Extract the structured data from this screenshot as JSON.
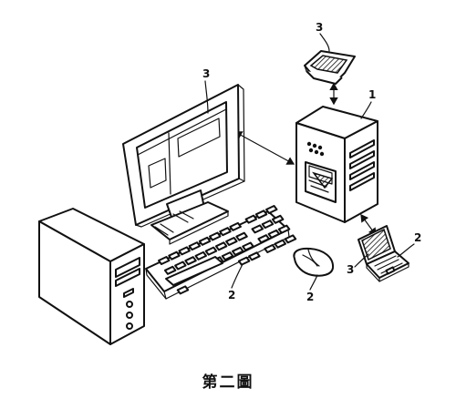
{
  "figure": {
    "caption": "第二圖",
    "labels": {
      "phone": "3",
      "server": "1",
      "monitor_screen": "3",
      "laptop": "2",
      "laptop_screen": "3",
      "keyboard": "2",
      "mouse": "2"
    }
  }
}
